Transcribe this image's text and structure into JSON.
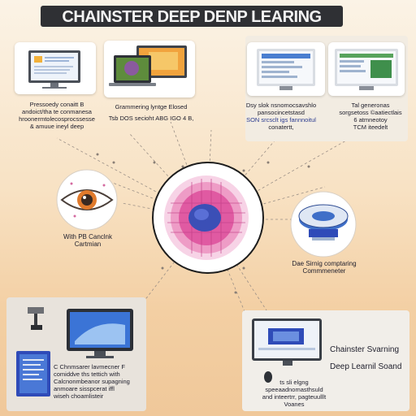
{
  "title": "CHAINSTER DEEP  DENP LEARING",
  "nodes": {
    "top_left": {
      "lines": [
        "Pressoedy conaitt B",
        "andoict/tha te conmanesa",
        "hroonermtolecosprocssesse",
        "& amuue ineyl deep"
      ]
    },
    "top_center": {
      "lines": [
        "Grammering lyntge Elosed",
        "Tsb  DOS secioht ABG IGO 4 B,"
      ]
    },
    "top_right_a": {
      "lines": [
        "Dsy slok nsnomocsavshlo",
        "pansocincetstasd",
        "SON srcsclt igs fannnoitul",
        "conatertt,"
      ]
    },
    "top_right_b": {
      "lines": [
        "Tal  generonas",
        "sorgsetoss ©aatiectlais",
        "6 atmneotoy",
        "TCM iteedelt"
      ]
    },
    "eye": {
      "lines": [
        "With PB Canclnk",
        "Cartmian"
      ]
    },
    "right": {
      "lines": [
        "Dae Sirnig comptaring",
        "Commmeneter"
      ]
    },
    "bottom_left": {
      "lines": [
        "C Chnmsarer lavmecner F",
        "comiddve ths tettich with",
        "Calcnonmbeanor supagning",
        "anmoare sisspcerat iffl",
        "wiseh choamlisteir"
      ]
    },
    "bottom_right": {
      "heading_1": "Chainster Svarning",
      "heading_2": "Deep Learnil Soand",
      "lines": [
        "ts sli elgng",
        "speeaadnomasthsuld",
        "and inteertrr, pagteuulllt",
        "Voanes"
      ]
    }
  },
  "colors": {
    "accent_pink": "#d93a8c",
    "accent_blue": "#2f4bb8",
    "monitor_blue": "#3b74d6",
    "dark_bar": "#2f3034"
  },
  "icons": [
    "monitor-icon",
    "laptop-icon",
    "eye-icon",
    "neural-core-icon",
    "disk-icon",
    "computer-icon",
    "document-icon",
    "pen-icon",
    "mouse-icon"
  ]
}
